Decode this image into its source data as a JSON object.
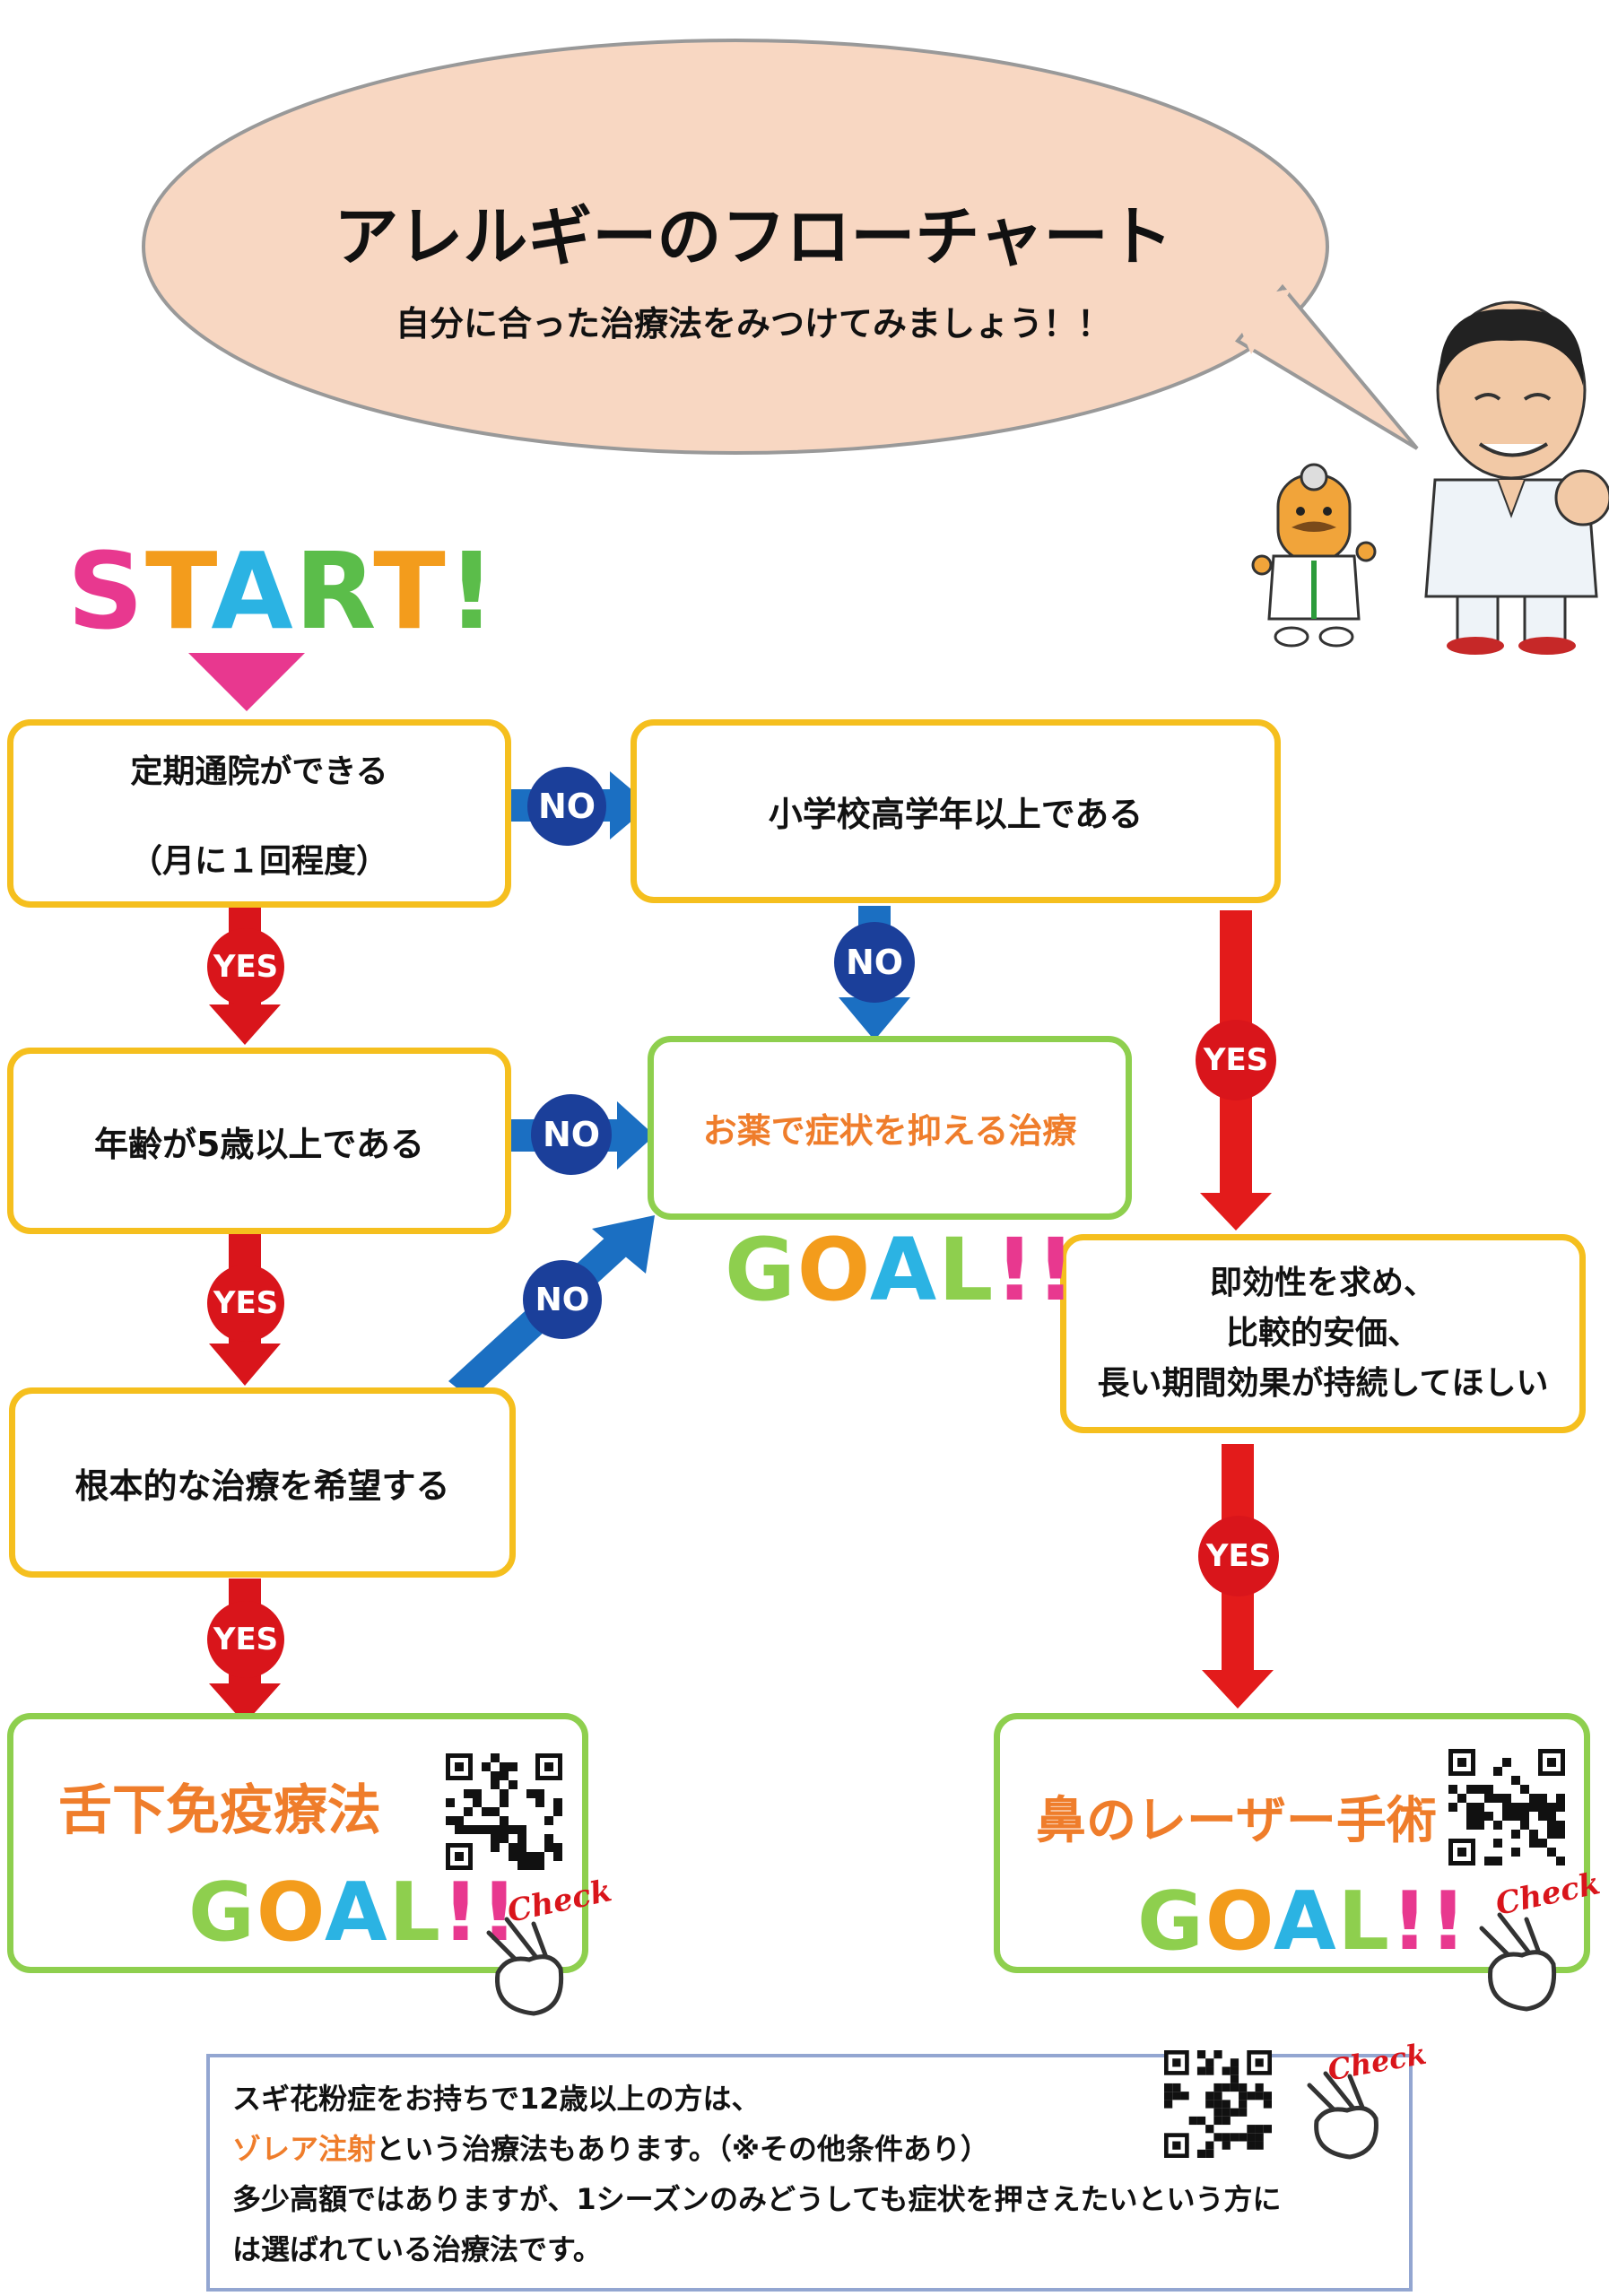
{
  "header": {
    "title": "アレルギーのフローチャート",
    "subtitle": "自分に合った治療法をみつけてみましょう！！"
  },
  "start_label": "START!",
  "answers": {
    "yes": "YES",
    "no": "NO"
  },
  "nodes": {
    "q1": {
      "line1": "定期通院ができる",
      "line2": "（月に１回程度）"
    },
    "q2": "小学校高学年以上である",
    "q3": "年齢が5歳以上である",
    "q4": "根本的な治療を希望する",
    "q5": {
      "line1": "即効性を求め、",
      "line2": "比較的安価、",
      "line3": "長い期間効果が持続してほしい"
    }
  },
  "goals": {
    "medicine": "お薬で症状を抑える治療",
    "slit": "舌下免疫療法",
    "laser": "鼻のレーザー手術",
    "goal_word": "GOAL!!"
  },
  "check_label": "Check",
  "note": {
    "line1": "スギ花粉症をお持ちで12歳以上の方は、",
    "line2_highlight": "ゾレア注射",
    "line2_rest": "という治療法もあります。（※その他条件あり）",
    "line3": "多少高額ではありますが、1シーズンのみどうしても症状を押さえたいという方に",
    "line4": "は選ばれている治療法です。"
  },
  "colors": {
    "box_border": "#f5bf1e",
    "goal_border": "#8ecf4e",
    "yes_red": "#d9151b",
    "no_blue": "#1b3f9a",
    "goal_orange": "#ef7d2b",
    "bubble_fill": "#f8d7c2"
  }
}
